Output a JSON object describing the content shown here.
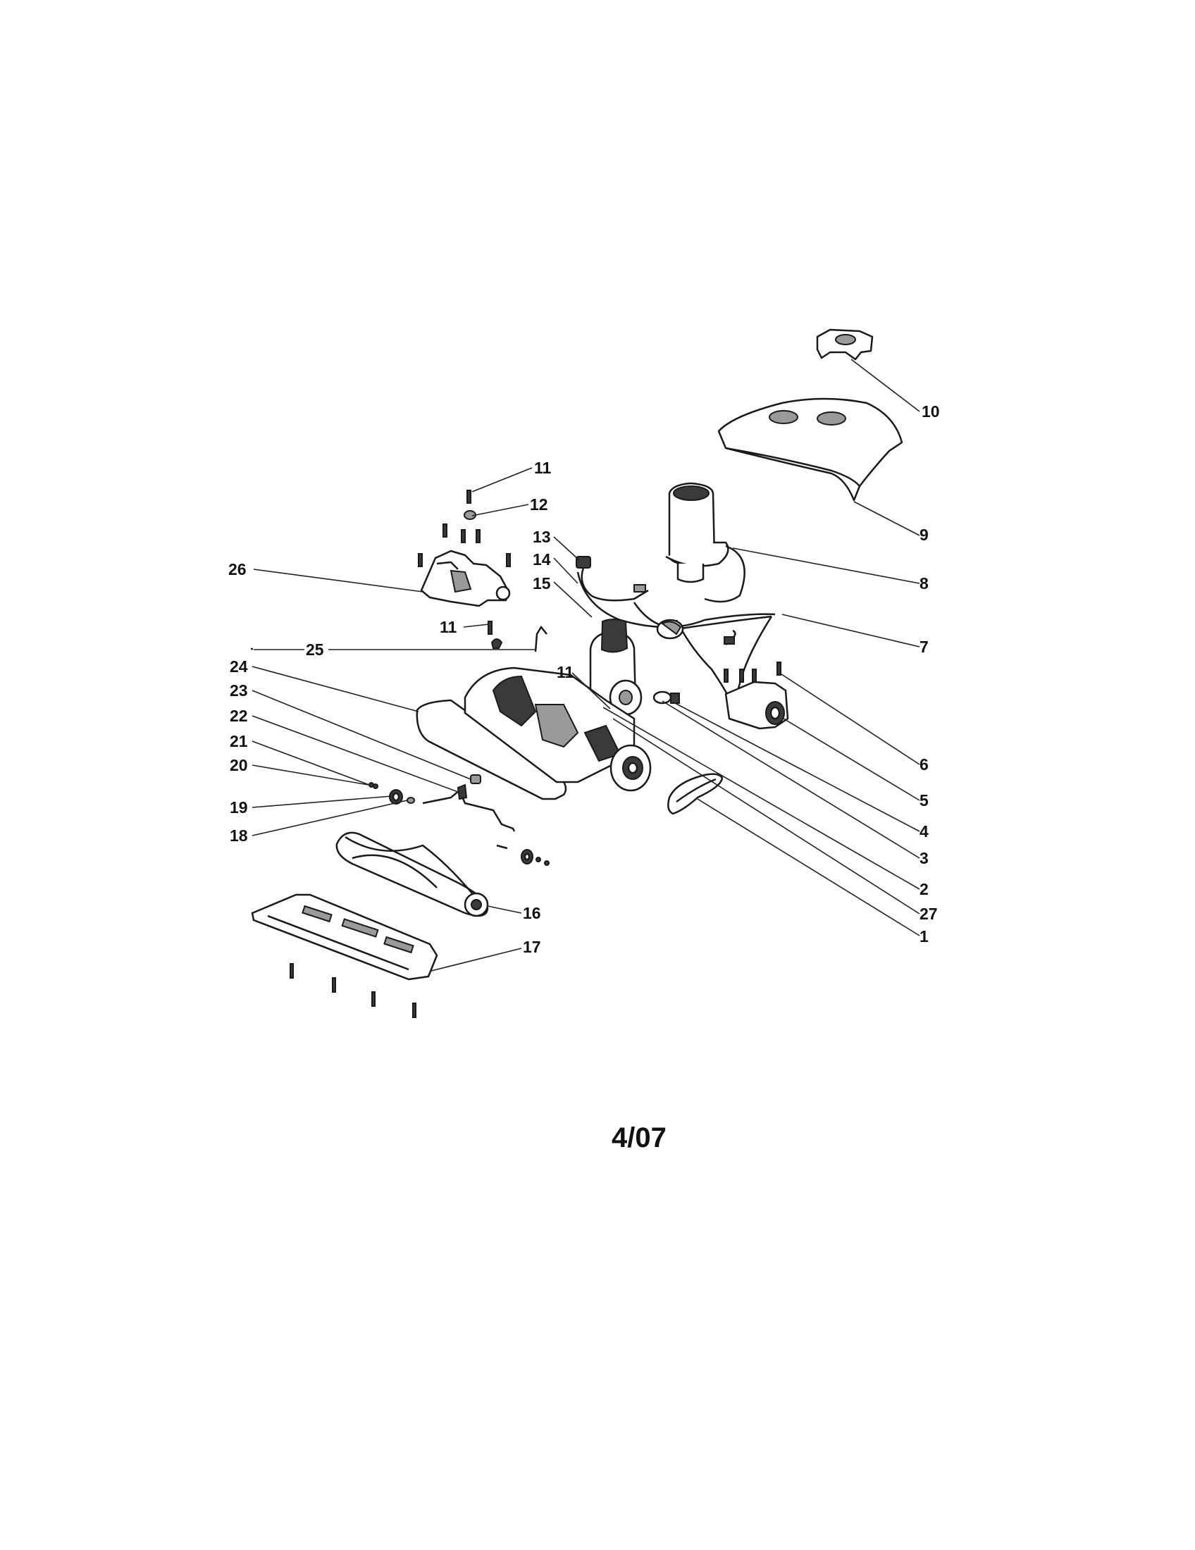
{
  "diagram": {
    "footer_code": "4/07",
    "callouts": {
      "c1": "1",
      "c2": "2",
      "c3": "3",
      "c4": "4",
      "c5": "5",
      "c6": "6",
      "c7": "7",
      "c8": "8",
      "c9": "9",
      "c10": "10",
      "c11a": "11",
      "c11b": "11",
      "c11c": "11",
      "c12": "12",
      "c13": "13",
      "c14": "14",
      "c15": "15",
      "c16": "16",
      "c17": "17",
      "c18": "18",
      "c19": "19",
      "c20": "20",
      "c21": "21",
      "c22": "22",
      "c23": "23",
      "c24": "24",
      "c25": "25",
      "c26": "26",
      "c27": "27"
    }
  },
  "colors": {
    "ink": "#1a1a1a",
    "paper": "#ffffff"
  }
}
